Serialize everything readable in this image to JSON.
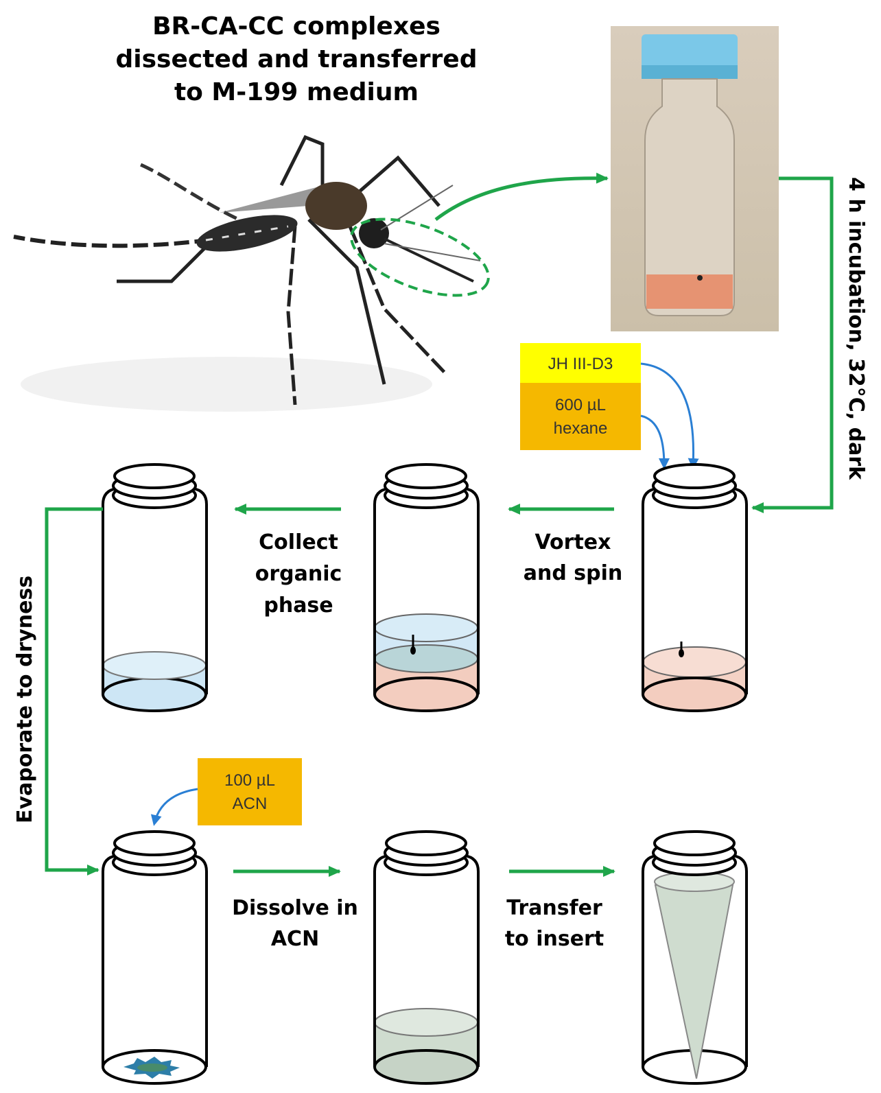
{
  "title": {
    "lines": [
      "BR-CA-CC complexes",
      "dissected and transferred",
      "to  M-199 medium"
    ]
  },
  "incubation_label": "4 h incubation, 32°C, dark",
  "reagents": {
    "internal_standard": "JH III-D3",
    "hexane": {
      "line1": "600 µL",
      "line2": "hexane"
    },
    "acn": {
      "line1": "100 µL",
      "line2": "ACN"
    }
  },
  "steps": {
    "vortex": {
      "line1": "Vortex",
      "line2": "and spin"
    },
    "collect": {
      "line1": "Collect",
      "line2": "organic",
      "line3": "phase"
    },
    "evaporate": "Evaporate to dryness",
    "dissolve": {
      "line1": "Dissolve in",
      "line2": "ACN"
    },
    "transfer": {
      "line1": "Transfer",
      "line2": "to insert"
    }
  },
  "colors": {
    "flow_arrow": "#1fa54a",
    "reagent_arrow": "#2a7fd4",
    "yellow_box": "#ffff00",
    "orange_box": "#f5b800",
    "medium": "#f3cdbf",
    "organic": "#cde6f5",
    "acn_solution": "#cfdccf",
    "dried_residue": "#2d7ea8"
  }
}
